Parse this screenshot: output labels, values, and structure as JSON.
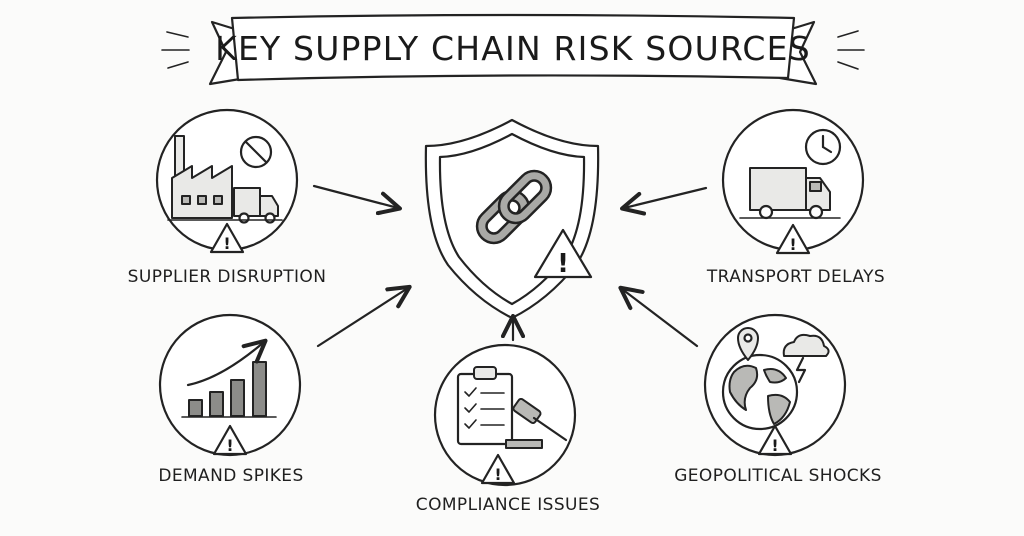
{
  "title": "KEY SUPPLY CHAIN RISK SOURCES",
  "center": {
    "icon": "shield-chain-warning-icon"
  },
  "risks": [
    {
      "id": "supplier",
      "label": "SUPPLIER DISRUPTION",
      "icon": "factory-truck-blocked-icon"
    },
    {
      "id": "transport",
      "label": "TRANSPORT DELAYS",
      "icon": "truck-clock-icon"
    },
    {
      "id": "demand",
      "label": "DEMAND SPIKES",
      "icon": "rising-bar-chart-icon"
    },
    {
      "id": "compliance",
      "label": "COMPLIANCE ISSUES",
      "icon": "clipboard-gavel-icon"
    },
    {
      "id": "geopolitical",
      "label": "GEOPOLITICAL SHOCKS",
      "icon": "globe-storm-pin-icon"
    }
  ],
  "warning_symbol": "!"
}
